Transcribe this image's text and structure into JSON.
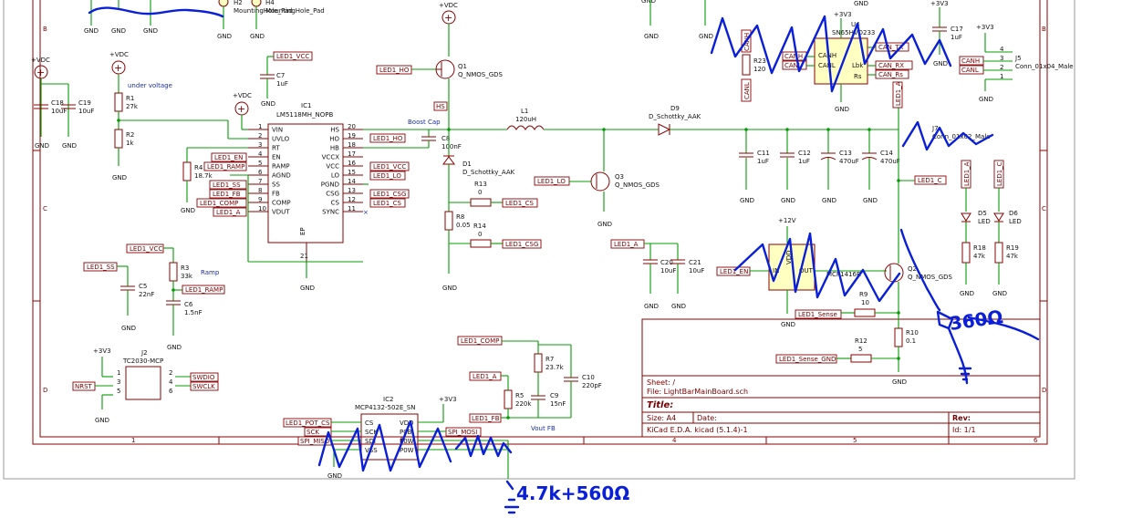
{
  "sheet": {
    "title_label": "Title:",
    "sheet_line": "Sheet: /",
    "file_line": "File: LightBarMainBoard.sch",
    "size_label": "Size: A4",
    "date_label": "Date:",
    "rev_label": "Rev:",
    "tool": "KiCad E.D.A.  kicad (5.1.4)-1",
    "id": "Id: 1/1",
    "rows": [
      "B",
      "C",
      "D"
    ],
    "cols": [
      "1",
      "4",
      "5",
      "6"
    ]
  },
  "power": {
    "vdc": "+VDC",
    "v33": "+3V3",
    "v12": "+12V",
    "gnd": "GND"
  },
  "components": {
    "h2": {
      "ref": "H2",
      "value": "MountingHole_Pad"
    },
    "h4": {
      "ref": "H4",
      "value": "MountingHole_Pad"
    },
    "c18": {
      "ref": "C18",
      "value": "10uF"
    },
    "c19": {
      "ref": "C19",
      "value": "10uF"
    },
    "r1": {
      "ref": "R1",
      "value": "27k"
    },
    "r2": {
      "ref": "R2",
      "value": "1k"
    },
    "c7": {
      "ref": "C7",
      "value": "1uF"
    },
    "ic1": {
      "ref": "IC1",
      "value": "LM5118MH_NOPB"
    },
    "r4": {
      "ref": "R4",
      "value": "18.7k"
    },
    "q1": {
      "ref": "Q1",
      "value": "Q_NMOS_GDS"
    },
    "c8": {
      "ref": "C8",
      "value": "100nF"
    },
    "d1": {
      "ref": "D1",
      "value": "D_Schottky_AAK"
    },
    "l1": {
      "ref": "L1",
      "value": "120uH"
    },
    "d9": {
      "ref": "D9",
      "value": "D_Schottky_AAK"
    },
    "q3": {
      "ref": "Q3",
      "value": "Q_NMOS_GDS"
    },
    "r13": {
      "ref": "R13",
      "value": "0"
    },
    "r8": {
      "ref": "R8",
      "value": "0.05"
    },
    "r14": {
      "ref": "R14",
      "value": "0"
    },
    "c11": {
      "ref": "C11",
      "value": "1uF"
    },
    "c12": {
      "ref": "C12",
      "value": "1uF"
    },
    "c13": {
      "ref": "C13",
      "value": "470uF"
    },
    "c14": {
      "ref": "C14",
      "value": "470uF"
    },
    "u4": {
      "ref": "U4",
      "value": "SN65HVD233"
    },
    "r23": {
      "ref": "R23",
      "value": "120"
    },
    "c17": {
      "ref": "C17",
      "value": "1uF"
    },
    "j5": {
      "ref": "J5",
      "value": "Conn_01x04_Male"
    },
    "j7": {
      "ref": "J7",
      "value": "Conn_01x02_Male"
    },
    "d5": {
      "ref": "D5",
      "value": "LED"
    },
    "d6": {
      "ref": "D6",
      "value": "LED"
    },
    "r18": {
      "ref": "R18",
      "value": "47k"
    },
    "r19": {
      "ref": "R19",
      "value": "47k"
    },
    "c20": {
      "ref": "C20",
      "value": "10uF"
    },
    "c21": {
      "ref": "C21",
      "value": "10uF"
    },
    "u_drv": {
      "ref": "U",
      "value": "MCP1416R"
    },
    "q2": {
      "ref": "Q2",
      "value": "Q_NMOS_GDS"
    },
    "r9": {
      "ref": "R9",
      "value": "10"
    },
    "r10": {
      "ref": "R10",
      "value": "0.1"
    },
    "r12": {
      "ref": "R12",
      "value": "5"
    },
    "r3": {
      "ref": "R3",
      "value": "33k"
    },
    "c5": {
      "ref": "C5",
      "value": "22nF"
    },
    "c6": {
      "ref": "C6",
      "value": "1.5nF"
    },
    "j2": {
      "ref": "J2",
      "value": "TC2030-MCP"
    },
    "ic2": {
      "ref": "IC2",
      "value": "MCP4132-502E_SN"
    },
    "r7": {
      "ref": "R7",
      "value": "23.7k"
    },
    "c10": {
      "ref": "C10",
      "value": "220pF"
    },
    "r5": {
      "ref": "R5",
      "value": "220k"
    },
    "c9": {
      "ref": "C9",
      "value": "15nF"
    }
  },
  "ic1_pins_left": [
    {
      "num": "1",
      "name": "VIN"
    },
    {
      "num": "2",
      "name": "UVLO"
    },
    {
      "num": "3",
      "name": "RT"
    },
    {
      "num": "4",
      "name": "EN"
    },
    {
      "num": "5",
      "name": "RAMP"
    },
    {
      "num": "6",
      "name": "AGND"
    },
    {
      "num": "7",
      "name": "SS"
    },
    {
      "num": "8",
      "name": "FB"
    },
    {
      "num": "9",
      "name": "COMP"
    },
    {
      "num": "10",
      "name": "VDUT"
    }
  ],
  "ic1_pins_right": [
    {
      "num": "20",
      "name": "HS"
    },
    {
      "num": "19",
      "name": "HO"
    },
    {
      "num": "18",
      "name": "HB"
    },
    {
      "num": "17",
      "name": "VCCX"
    },
    {
      "num": "16",
      "name": "VCC"
    },
    {
      "num": "15",
      "name": "LO"
    },
    {
      "num": "14",
      "name": "PGND"
    },
    {
      "num": "13",
      "name": "CSG"
    },
    {
      "num": "12",
      "name": "CS"
    },
    {
      "num": "11",
      "name": "SYNC"
    }
  ],
  "ic1_bottom": {
    "ep": "EP",
    "pin": "21"
  },
  "nets": {
    "led1_vcc": "LED1_VCC",
    "led1_ho": "LED1_HO",
    "led1_en": "LED1_EN",
    "led1_ramp": "LED1_RAMP",
    "led1_ss": "LED1_SS",
    "led1_fb": "LED1_FB",
    "led1_comp": "LED1_COMP",
    "led1_a": "LED1_A",
    "led1_lo": "LED1_LO",
    "led1_csg": "LED1_CSG",
    "led1_cs": "LED1_CS",
    "led1_c": "LED1_C",
    "led1_en2": "LED1_EN",
    "led1_sense": "LED1_Sense",
    "led1_sense_gnd": "LED1_Sense_GND",
    "hs": "HS",
    "canh": "CANH",
    "canl": "CANL",
    "can_rs": "CAN_Rs",
    "can_tx": "CAN_TX",
    "can_rx": "CAN_RX",
    "nrst": "NRST",
    "swdio": "SWDIO",
    "swclk": "SWCLK",
    "led1_pot_cs": "LED1_POT_CS",
    "sck": "SCK",
    "spi_miso": "SPI_MISO",
    "spi_mosi": "SPI_MOSI",
    "led1_fb2": "LED1_FB",
    "led1_comp2": "LED1_COMP",
    "led1_a2": "LED1_A"
  },
  "u4_pins": {
    "canh": "CANH",
    "canl": "CANL",
    "lbk": "Lbk",
    "rs": "Rs"
  },
  "u_drv_pins": {
    "in": "IN",
    "out": "OUT",
    "vdd": "VDD"
  },
  "ic2_pins_left": [
    "CS",
    "SCK",
    "SDI",
    "VSS"
  ],
  "ic2_pins_right": [
    "VDD",
    "P0B",
    "P0W",
    "P0W"
  ],
  "j2_pins": {
    "left": [
      "1",
      "3",
      "5"
    ],
    "right": [
      "2",
      "4",
      "6"
    ]
  },
  "j5_pins": [
    "4",
    "3",
    "2",
    "1"
  ],
  "annotations": {
    "under_voltage": "under voltage",
    "boost_cap": "Boost Cap",
    "ramp": "Ramp",
    "vout_fb": "Vout FB"
  },
  "handwriting": {
    "r10_note": "360Ω",
    "ic2_note": "4.7k+560Ω"
  }
}
